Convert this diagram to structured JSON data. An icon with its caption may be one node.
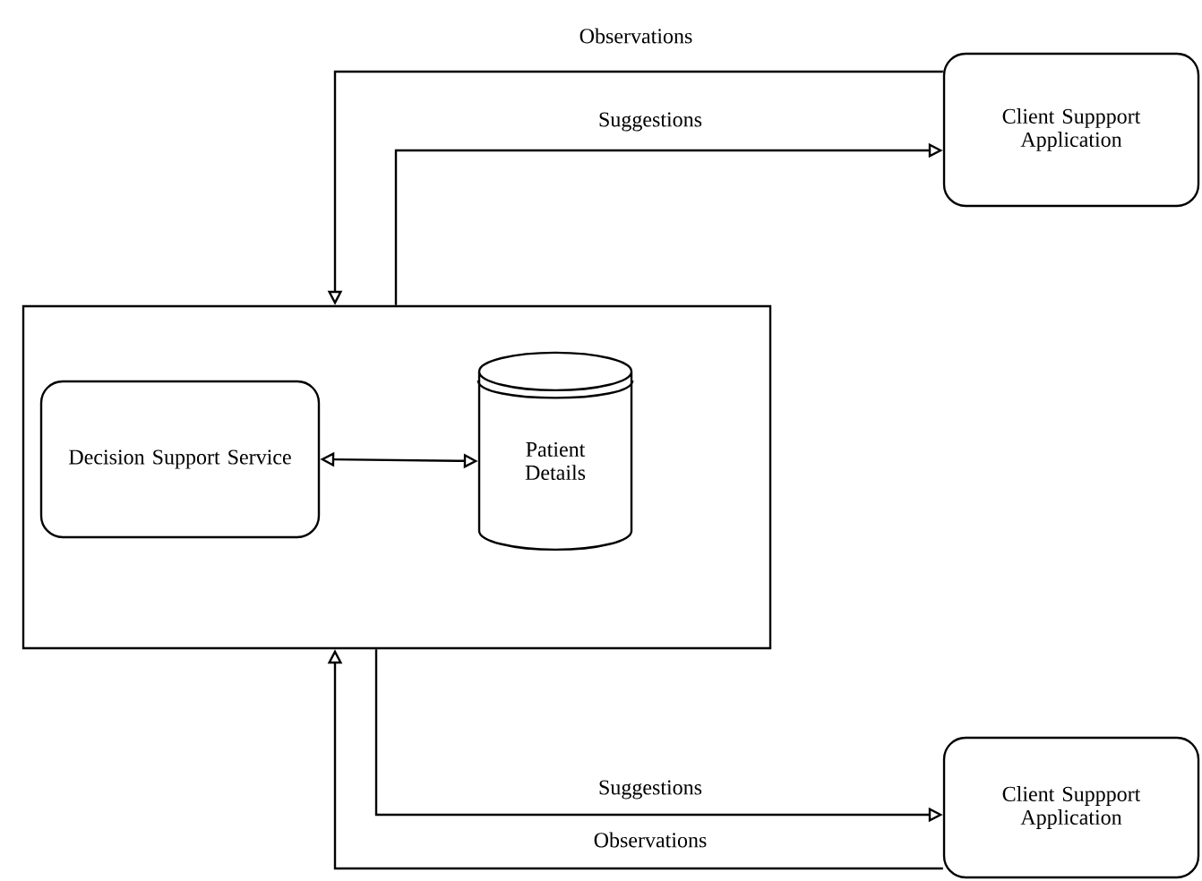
{
  "diagram": {
    "nodes": [
      {
        "text": [],
        "shape": "box"
      },
      {
        "text": [
          "Decision Support Service"
        ],
        "in": 0
      },
      {
        "text": [
          "Patient Details"
        ],
        "in": 0
      },
      {
        "text": [
          "Client Suppport Application"
        ]
      },
      {
        "text": [
          "Client Suppport Application"
        ]
      }
    ],
    "edges": [
      {
        "from": 3,
        "to": 0,
        "arrow": "to",
        "label": "Observations"
      },
      {
        "from": 0,
        "to": 3,
        "arrow": "to",
        "label": "Suggestions"
      },
      {
        "from": 1,
        "to": 2,
        "arrow": "both"
      },
      {
        "from": 0,
        "to": 4,
        "arrow": "to",
        "label": "Suggestions"
      },
      {
        "from": 4,
        "to": 0,
        "arrow": "to",
        "label": "Observations"
      }
    ]
  }
}
